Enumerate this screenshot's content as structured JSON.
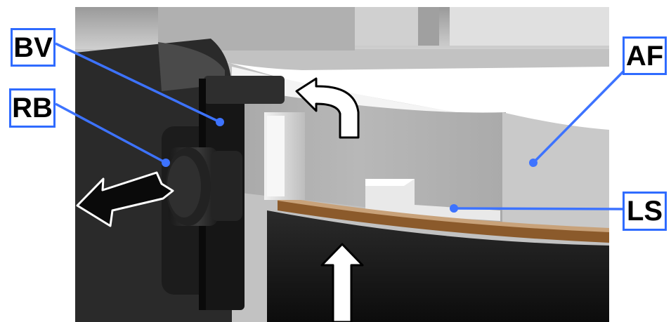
{
  "labels": {
    "bv": "BV",
    "rb": "RB",
    "af": "AF",
    "ls": "LS"
  },
  "colors": {
    "callout_border": "#2f6bff",
    "leader_line": "#3d73ff",
    "arrow_fill": "#ffffff",
    "arrow_dark": "#0a0a0a",
    "housing_dark": "#1e1e1e",
    "metal_light": "#d6d6d6",
    "brown_strip": "#8b5a2b"
  }
}
